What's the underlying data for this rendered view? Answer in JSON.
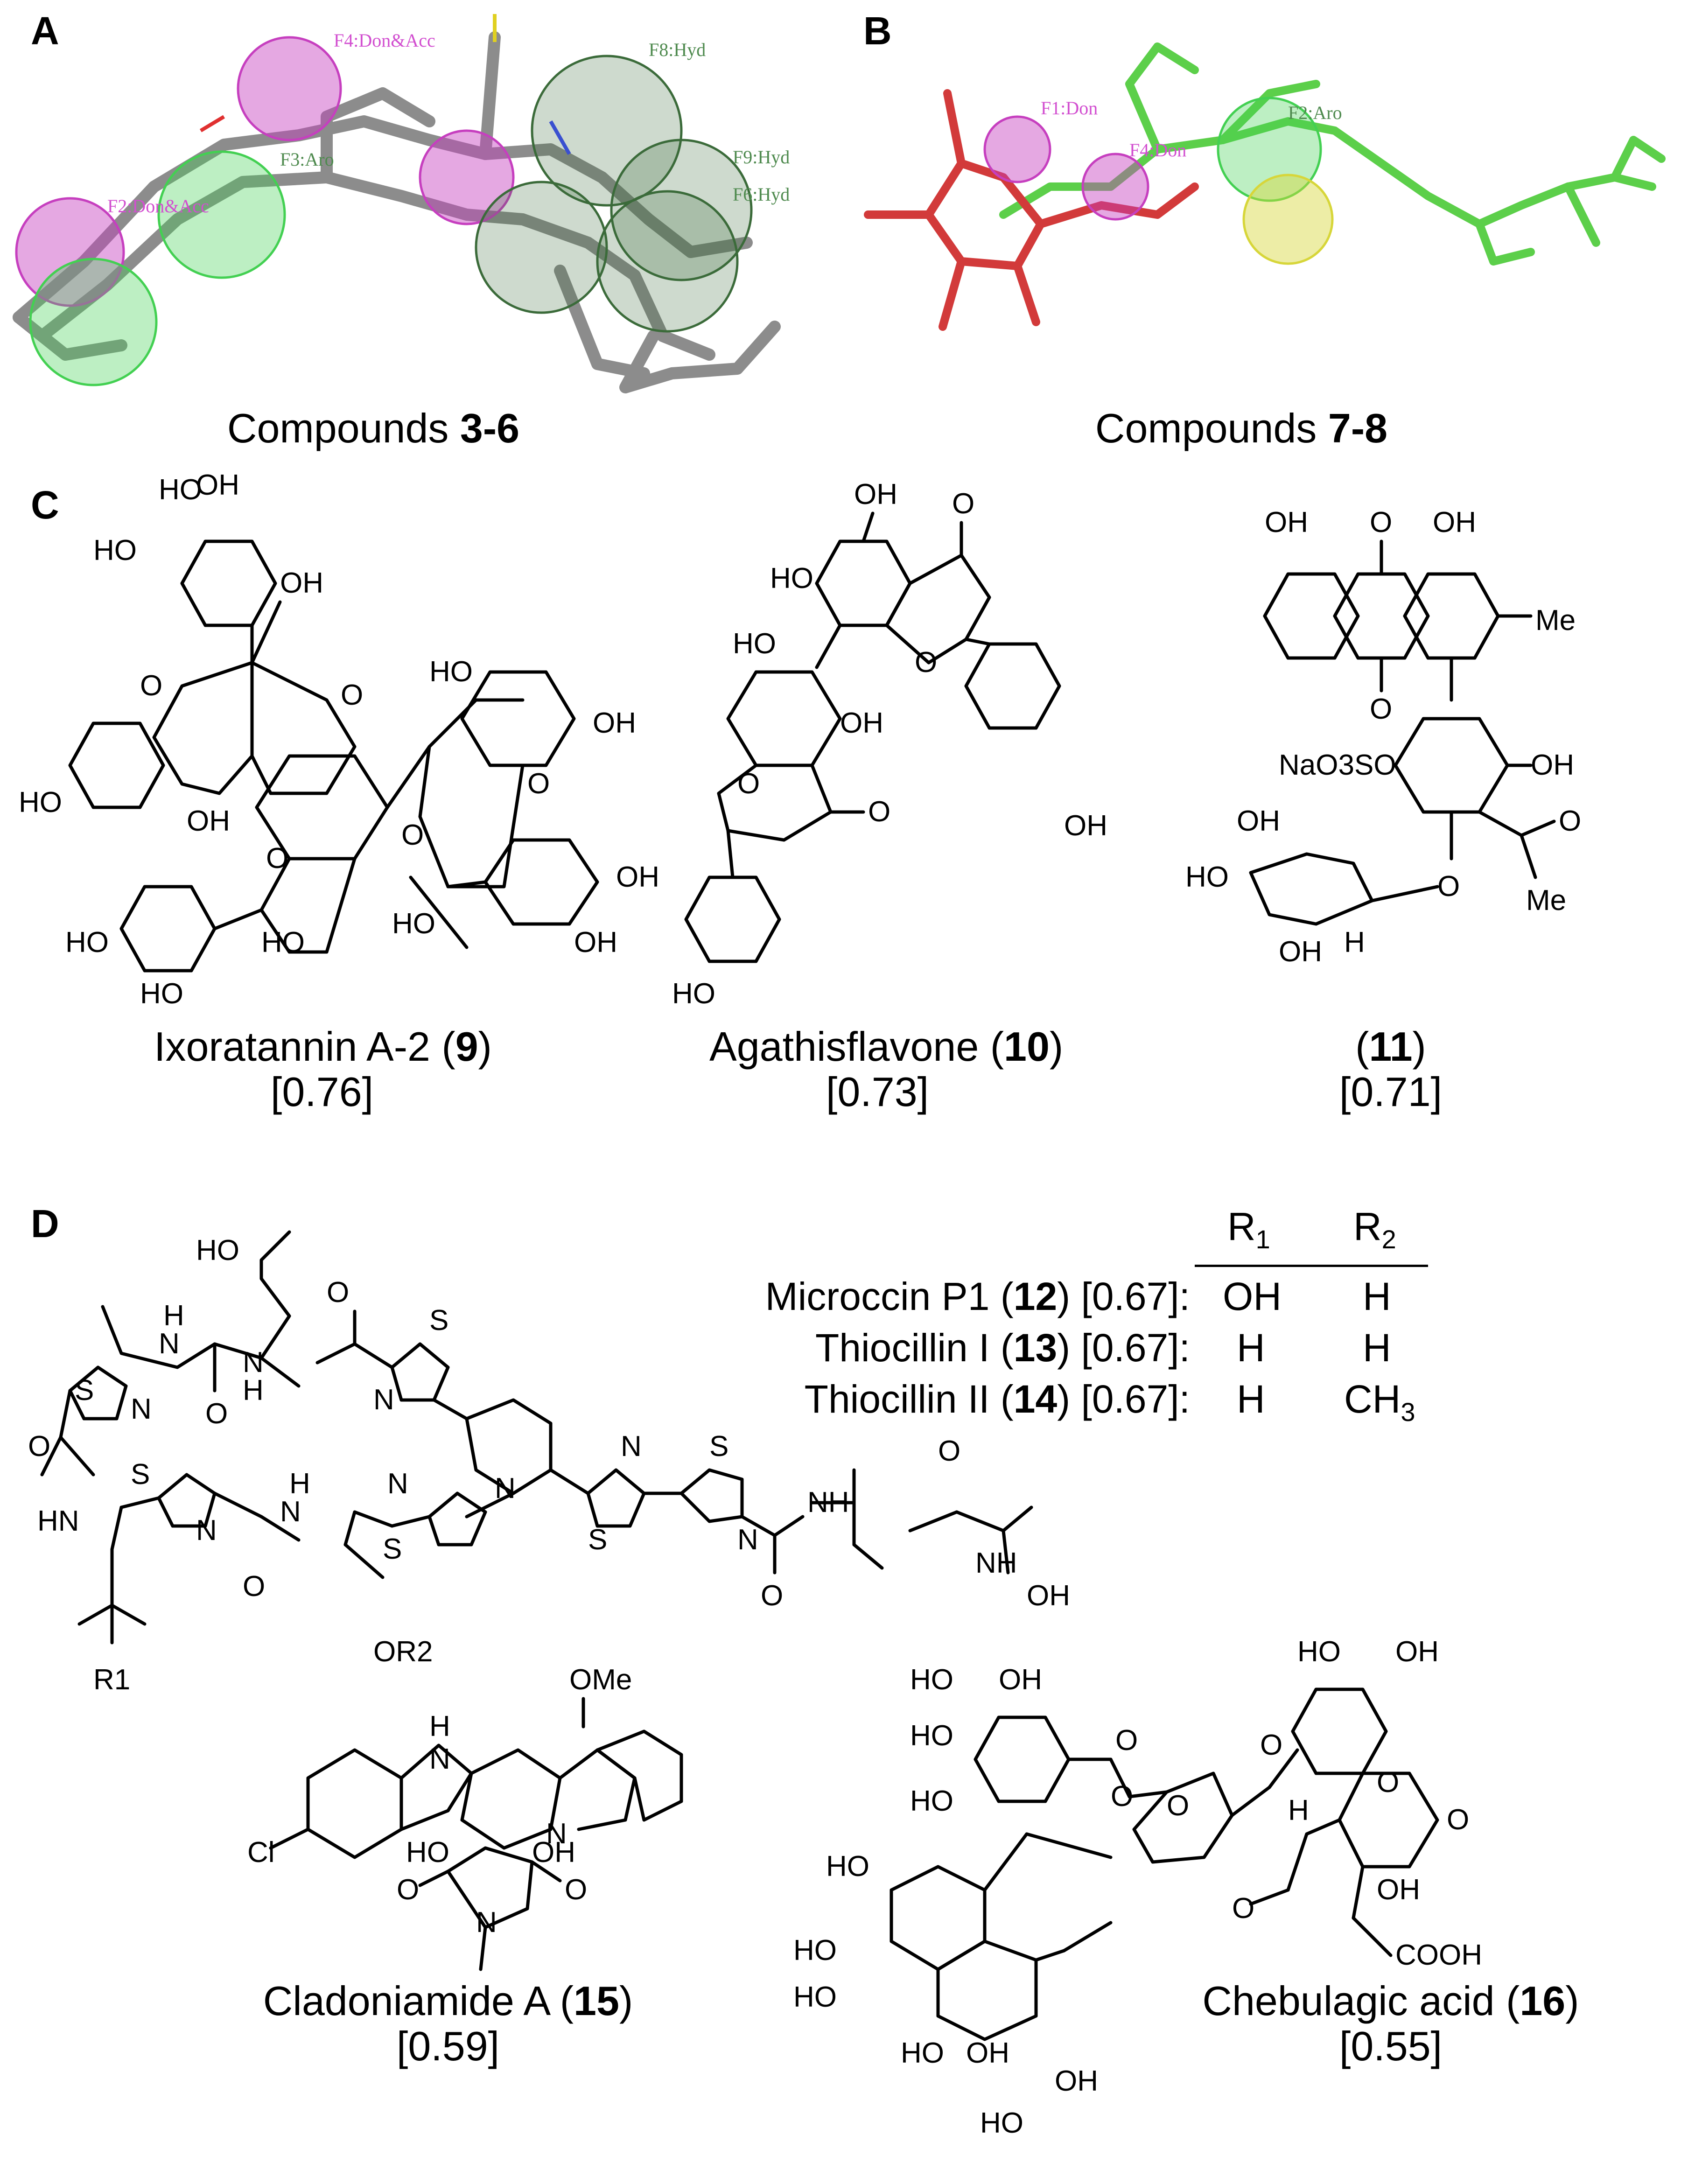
{
  "panels": {
    "a": {
      "letter": "A",
      "caption_prefix": "Compounds ",
      "caption_bold": "3-6",
      "features": [
        "F4:Don&Acc",
        "F8:Hyd",
        "F9:Hyd",
        "F6:Hyd",
        "F2:Don&Acc",
        "F3:Aro"
      ]
    },
    "b": {
      "letter": "B",
      "caption_prefix": "Compounds ",
      "caption_bold": "7-8",
      "features": [
        "F1:Don",
        "F2:Aro",
        "F4:Don"
      ]
    },
    "c": {
      "letter": "C",
      "compounds": [
        {
          "name": "Ixoratannin A-2 (",
          "num": "9",
          "close": ")",
          "score": "[0.76]"
        },
        {
          "name": "Agathisflavone (",
          "num": "10",
          "close": ")",
          "score": "[0.73]"
        },
        {
          "name": "(",
          "num": "11",
          "close": ")",
          "score": "[0.71]"
        }
      ]
    },
    "d": {
      "letter": "D",
      "table": {
        "header": [
          "R",
          "R"
        ],
        "header_sub": [
          "1",
          "2"
        ],
        "rows": [
          {
            "label": "Microccin P1 (",
            "num": "12",
            "rest": ") [0.67]:",
            "r1": "OH",
            "r2": "H"
          },
          {
            "label": "Thiocillin I (",
            "num": "13",
            "rest": ") [0.67]:",
            "r1": "H",
            "r2": "H"
          },
          {
            "label": "Thiocillin II (",
            "num": "14",
            "rest": ") [0.67]:",
            "r1": "H",
            "r2": "CH",
            "r2_sub": "3"
          }
        ]
      },
      "compounds": [
        {
          "name": "Cladoniamide A (",
          "num": "15",
          "close": ")",
          "score": "[0.59]"
        },
        {
          "name": "Chebulagic acid (",
          "num": "16",
          "close": ")",
          "score": "[0.55]"
        }
      ]
    }
  },
  "atom_labels": {
    "oh": "OH",
    "ho": "HO",
    "o": "O",
    "me": "Me",
    "h": "H",
    "n": "N",
    "s": "S",
    "nh": "NH",
    "hn": "HN",
    "cl": "Cl",
    "ome": "OMe",
    "cooh": "COOH",
    "nao3so": "NaO3SO",
    "or2": "OR2",
    "r1": "R1",
    "hoh": "OH",
    "ho2": "HO"
  },
  "colors": {
    "gray_stick": "#8c8c8c",
    "red_stick": "#d23a3a",
    "green_stick": "#5ccf4a",
    "magenta_sphere": "#c63fbf",
    "light_green_sphere": "#43d052",
    "dark_green_sphere": "#3b6b3a",
    "yellow_sphere": "#d7d63a",
    "feature_label_magenta": "#d24fd0",
    "feature_label_green": "#4e8a4e"
  }
}
